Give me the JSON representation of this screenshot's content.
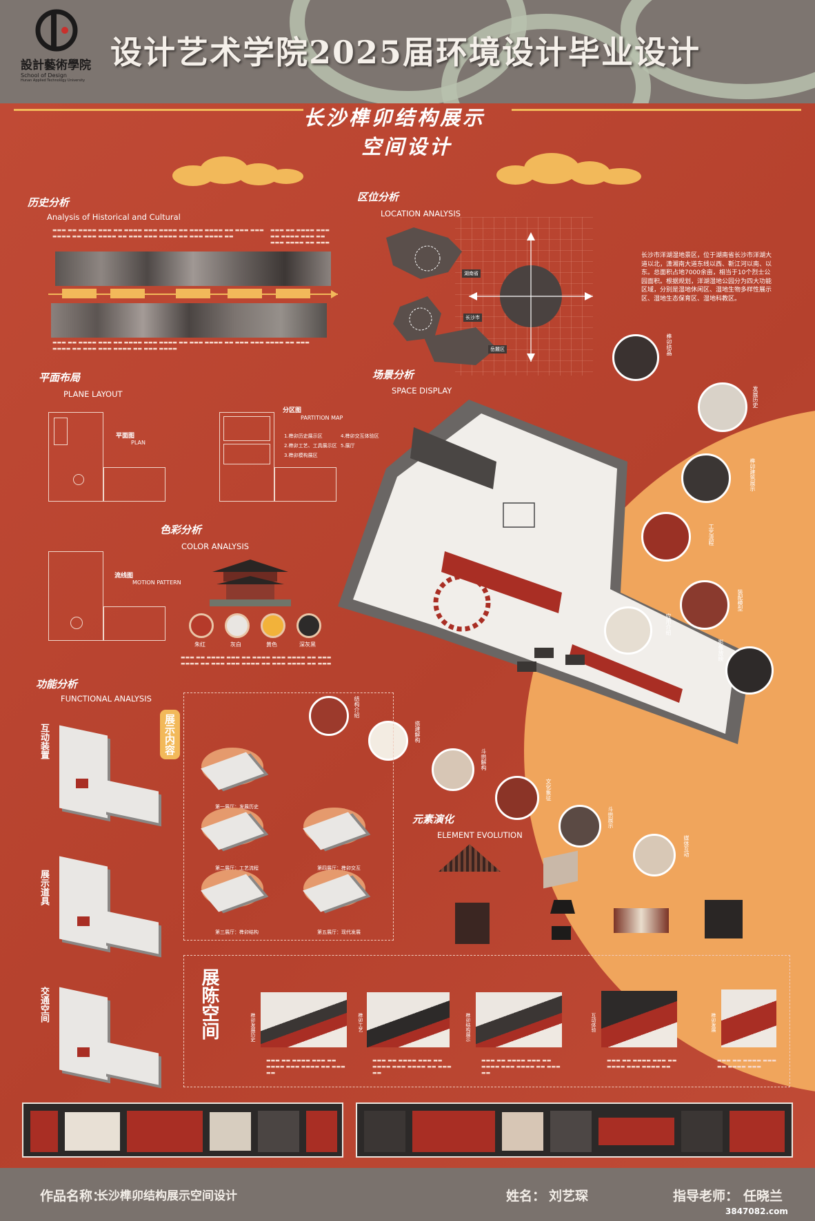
{
  "header": {
    "logo_text": "設計藝術學院",
    "logo_en": "School of Design",
    "logo_sub": "Hunan Applied Technology University",
    "title": "设计艺术学院2025届环境设计毕业设计"
  },
  "project_title": {
    "line1": "长沙榫卯结构展示",
    "line2": "空间设计"
  },
  "sections": {
    "history": {
      "cn": "历史分析",
      "en": "Analysis of Historical and Cultural"
    },
    "location": {
      "cn": "区位分析",
      "en": "LOCATION ANALYSIS"
    },
    "plane": {
      "cn": "平面布局",
      "en": "PLANE LAYOUT"
    },
    "space": {
      "cn": "场景分析",
      "en": "SPACE DISPLAY"
    },
    "color": {
      "cn": "色彩分析",
      "en": "COLOR ANALYSIS"
    },
    "function": {
      "cn": "功能分析",
      "en": "FUNCTIONAL ANALYSIS"
    },
    "element": {
      "cn": "元素演化",
      "en": "ELEMENT EVOLUTION"
    }
  },
  "location": {
    "text": "长沙市洋湖湿地景区，位于湖南省长沙市洋湖大道以北，潇湘南大道东线以西、靳江河以南、以东。总面积占地7000余亩，相当于10个烈士公园面积。根据规划，洋湖湿地公园分为四大功能区域，分别是湿地休闲区、湿地生物多样性展示区、湿地生态保育区、湿地科教区。",
    "labels": [
      "湖南省",
      "长沙市",
      "岳麓区"
    ]
  },
  "plans": {
    "plan": {
      "cn": "平面图",
      "en": "PLAN"
    },
    "partition": {
      "cn": "分区图",
      "en": "PARTITION MAP"
    },
    "partition_legend": [
      "1.榫卯历史展示区",
      "2.榫卯工艺、工具展示区",
      "3.榫卯模构展区",
      "4.榫卯交互体验区",
      "5.展厅"
    ],
    "motion": {
      "cn": "流线图",
      "en": "MOTION PATTERN"
    }
  },
  "colors": {
    "swatches": [
      {
        "name": "朱红",
        "hex": "#b53a2a"
      },
      {
        "name": "灰白",
        "hex": "#e9e6e2"
      },
      {
        "name": "黄色",
        "hex": "#f2b23a"
      },
      {
        "name": "深灰黑",
        "hex": "#2d2b2a"
      }
    ]
  },
  "space_callouts": [
    "榫卯结晶",
    "发展历史",
    "榫卯建筑展示",
    "工艺流程",
    "装配模型",
    "应用介绍",
    "影像放映",
    "结构介绍",
    "搭建解构",
    "斗拱解构",
    "文化象征",
    "斗拱展示",
    "媒体互动"
  ],
  "function": {
    "side_labels": [
      "互动装置",
      "展示道具",
      "交通空间"
    ],
    "content_title": "展示内容",
    "halls": [
      "第一展厅：发展历史",
      "第二展厅：工艺流程",
      "第三展厅：榫卯结构",
      "第四展厅：榫卯交互",
      "第五展厅：现代发展"
    ]
  },
  "exhibit": {
    "title": "展陈空间",
    "items": [
      "榫卯发展历史",
      "榫卯工艺",
      "榫卯结构展示",
      "互动体验",
      "榫卯发展"
    ]
  },
  "footer": {
    "work_label": "作品名称：",
    "work_name": "长沙榫卯结构展示空间设计",
    "name_label": "姓名：",
    "name": "刘艺琛",
    "teacher_label": "指导老师：",
    "teacher": "任晓兰",
    "watermark": "3847082.com"
  }
}
